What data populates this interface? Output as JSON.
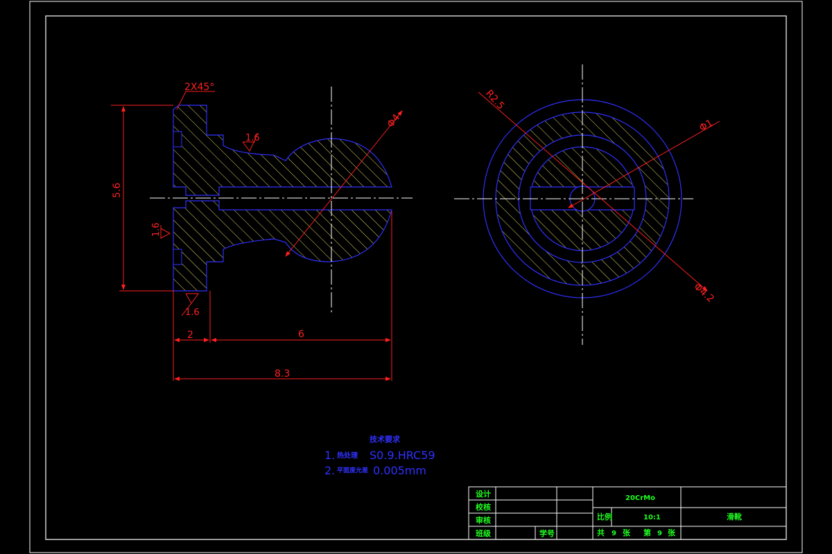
{
  "dimensions": {
    "chamfer": "2X45°",
    "height": "5.6",
    "roughness_top": "1.6",
    "roughness_left": "1.6",
    "roughness_bottom": "1.6",
    "width_flange": "2",
    "width_body": "6",
    "total_length": "8.3",
    "dia_ball": "Φ4",
    "radius": "R2.5",
    "dia_hole": "Φ1",
    "dia_outer": "Φ4.2"
  },
  "notes": {
    "title": "技术要求",
    "line1_prefix": "1.",
    "line1_label": "热处理",
    "line1_value": "S0.9.HRC59",
    "line2_prefix": "2.",
    "line2_label": "平面度允差",
    "line2_value": "0.005mm"
  },
  "title_block": {
    "rows": [
      "设计",
      "校核",
      "审核",
      "班级"
    ],
    "student_no": "学号",
    "material": "20CrMo",
    "scale_label": "比例",
    "scale_value": "10:1",
    "part_name": "滑靴",
    "sheets_total_label": "共",
    "sheets_total": "9",
    "sheets_unit1": "张",
    "sheet_no_label": "第",
    "sheet_no": "9",
    "sheets_unit2": "张"
  },
  "colors": {
    "outline": "#3030ff",
    "hatch": "#e6e06a",
    "dimension": "#ff2020",
    "centerline": "#ffffff",
    "frame": "#ffffff",
    "titletext": "#20ff20"
  }
}
